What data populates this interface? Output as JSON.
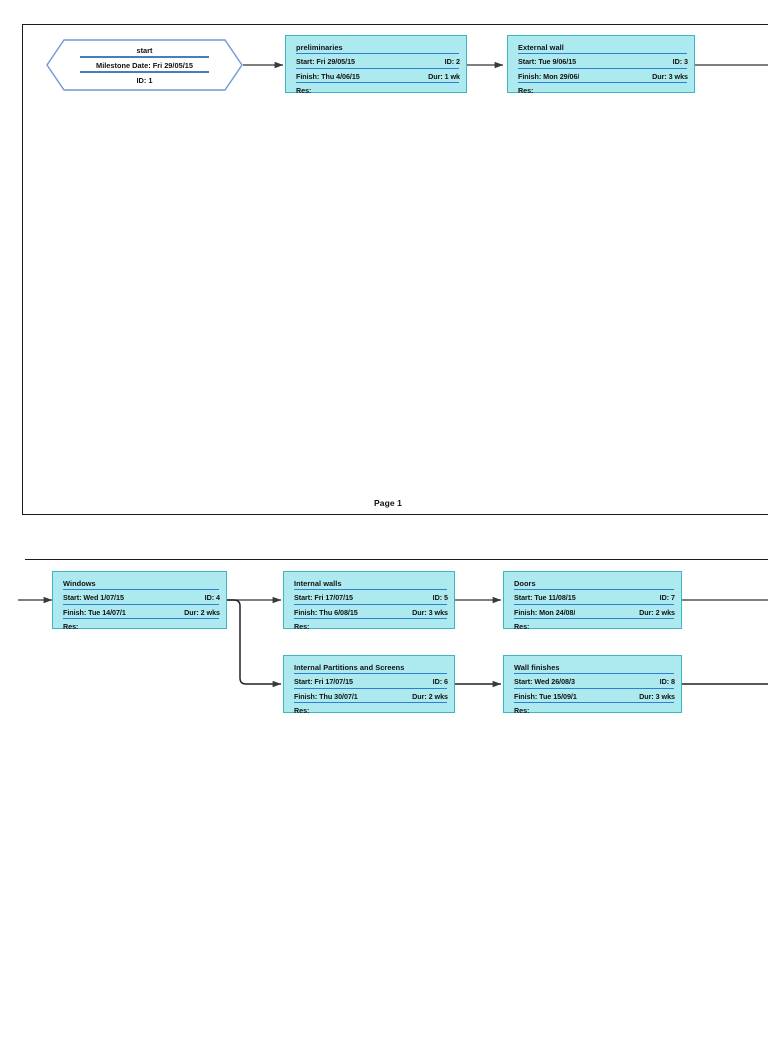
{
  "document": {
    "type": "project-network-diagram",
    "colors": {
      "node_fill": "#adeaf0",
      "node_border": "#3bb8c4",
      "divider_line": "#2f7fd0",
      "milestone_border": "#4a7ebb",
      "connector": "#555555",
      "page_border": "#1a1a1a"
    }
  },
  "pages": [
    {
      "id": "page1",
      "label": "Page 1"
    },
    {
      "id": "page2",
      "label": ""
    }
  ],
  "labels": {
    "start_prefix": "Start:",
    "finish_prefix": "Finish:",
    "res_prefix": "Res:",
    "id_prefix": "ID:",
    "dur_prefix": "Dur:",
    "milestone_date_prefix": "Milestone Date:"
  },
  "milestone": {
    "name": "start",
    "date_line": "Milestone Date: Fri 29/05/15",
    "id_line": "ID: 1"
  },
  "nodes": [
    {
      "key": "preliminaries",
      "name": "preliminaries",
      "start": "Start:  Fri 29/05/15",
      "id": "ID:  2",
      "finish": "Finish: Thu 4/06/15",
      "dur": "Dur: 1 wk",
      "res": "Res:"
    },
    {
      "key": "external-wall",
      "name": "External wall",
      "start": "Start:  Tue 9/06/15",
      "id": "ID:  3",
      "finish": "Finish: Mon 29/06/",
      "dur": "Dur: 3 wks",
      "res": "Res:"
    },
    {
      "key": "windows",
      "name": "Windows",
      "start": "Start: Wed 1/07/15",
      "id": "ID:  4",
      "finish": "Finish: Tue 14/07/1",
      "dur": "Dur: 2 wks",
      "res": "Res:"
    },
    {
      "key": "internal-walls",
      "name": "Internal walls",
      "start": "Start:  Fri 17/07/15",
      "id": "ID:  5",
      "finish": "Finish: Thu 6/08/15",
      "dur": "Dur: 3 wks",
      "res": "Res:"
    },
    {
      "key": "doors",
      "name": "Doors",
      "start": "Start: Tue 11/08/15",
      "id": "ID:  7",
      "finish": "Finish: Mon 24/08/",
      "dur": "Dur: 2 wks",
      "res": "Res:"
    },
    {
      "key": "internal-partitions-and-screens",
      "name": "Internal Partitions and Screens",
      "start": "Start: Fri 17/07/15",
      "id": "ID:  6",
      "finish": "Finish: Thu 30/07/1",
      "dur": "Dur: 2 wks",
      "res": "Res:"
    },
    {
      "key": "wall-finishes",
      "name": "Wall finishes",
      "start": "Start:  Wed 26/08/3",
      "id": "ID:  8",
      "finish": "Finish: Tue 15/09/1",
      "dur": "Dur: 3 wks",
      "res": "Res:"
    }
  ]
}
